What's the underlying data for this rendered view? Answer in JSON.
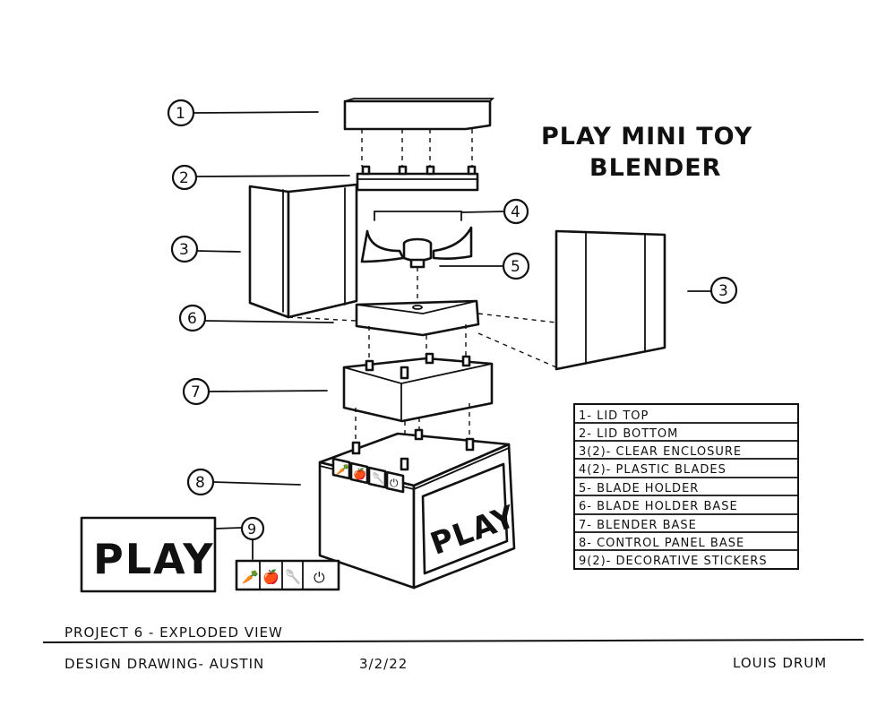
{
  "title": {
    "line1": "PLAY MINI TOY",
    "line2": "BLENDER"
  },
  "callouts": [
    "1",
    "2",
    "3",
    "4",
    "5",
    "6",
    "7",
    "8",
    "9",
    "3"
  ],
  "parts_table": [
    "1- LID TOP",
    "2- LID BOTTOM",
    "3(2)- CLEAR ENCLOSURE",
    "4(2)- PLASTIC BLADES",
    "5- BLADE HOLDER",
    "6- BLADE HOLDER BASE",
    "7- BLENDER BASE",
    "8- CONTROL PANEL BASE",
    "9(2)- DECORATIVE STICKERS"
  ],
  "sticker_text": "PLAY",
  "base_panel_text": "PLAY",
  "footer": {
    "project": "PROJECT 6 - EXPLODED VIEW",
    "course": "DESIGN DRAWING- AUSTIN",
    "date": "3/2/22",
    "author": "LOUIS DRUM"
  },
  "icons": [
    "carrot-icon",
    "apple-icon",
    "spoon-icon",
    "power-icon"
  ]
}
